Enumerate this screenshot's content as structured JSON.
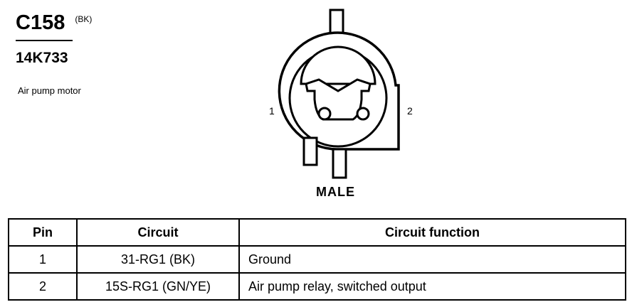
{
  "connector": {
    "id": "C158",
    "color_code": "(BK)",
    "part_number": "14K733",
    "description": "Air pump motor"
  },
  "diagram": {
    "pin_left_label": "1",
    "pin_right_label": "2",
    "gender": "MALE"
  },
  "table": {
    "headers": [
      "Pin",
      "Circuit",
      "Circuit function"
    ],
    "rows": [
      {
        "pin": "1",
        "circuit": "31-RG1 (BK)",
        "function": "Ground"
      },
      {
        "pin": "2",
        "circuit": "15S-RG1 (GN/YE)",
        "function": "Air pump relay, switched output"
      }
    ]
  }
}
